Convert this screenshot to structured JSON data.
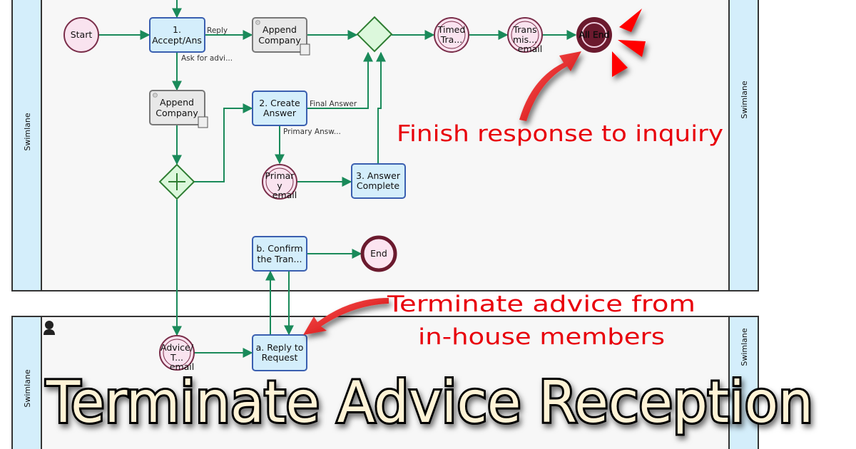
{
  "title": "Terminate Advice Reception",
  "swimlanes": {
    "top_left": "Swimlane",
    "top_right": "Swimlane",
    "bottom_left": "Swimlane",
    "bottom_right": "Swimlane"
  },
  "nodes": {
    "start": "Start",
    "task1": [
      "1.",
      "Accept/Ans"
    ],
    "append1": [
      "Append",
      "Company"
    ],
    "append2": [
      "Append",
      "Company"
    ],
    "task2": [
      "2. Create",
      "Answer"
    ],
    "task3": [
      "3. Answer",
      "Complete"
    ],
    "timed": [
      "Timed",
      "Tra..."
    ],
    "transmis": [
      "Trans",
      "mis...",
      "email"
    ],
    "all_end": "All End",
    "primary": [
      "Primar",
      "y",
      "email"
    ],
    "confirm": [
      "b. Confirm",
      "the Tran..."
    ],
    "end": "End",
    "advice": [
      "Advice/",
      "T...",
      "email"
    ],
    "reply": [
      "a. Reply to",
      "Request"
    ]
  },
  "edge_labels": {
    "reply": "Reply",
    "ask": "Ask for advi...",
    "final": "Final Answer",
    "primary": "Primary Answ..."
  },
  "annotations": {
    "finish": "Finish response to inquiry",
    "terminate1": "Terminate advice from",
    "terminate2": "in-house members"
  },
  "colors": {
    "edge": "#1a8a5a",
    "annotation": "#e8000b",
    "task": "#d4eefb",
    "end_event": "#6b1a2e"
  }
}
